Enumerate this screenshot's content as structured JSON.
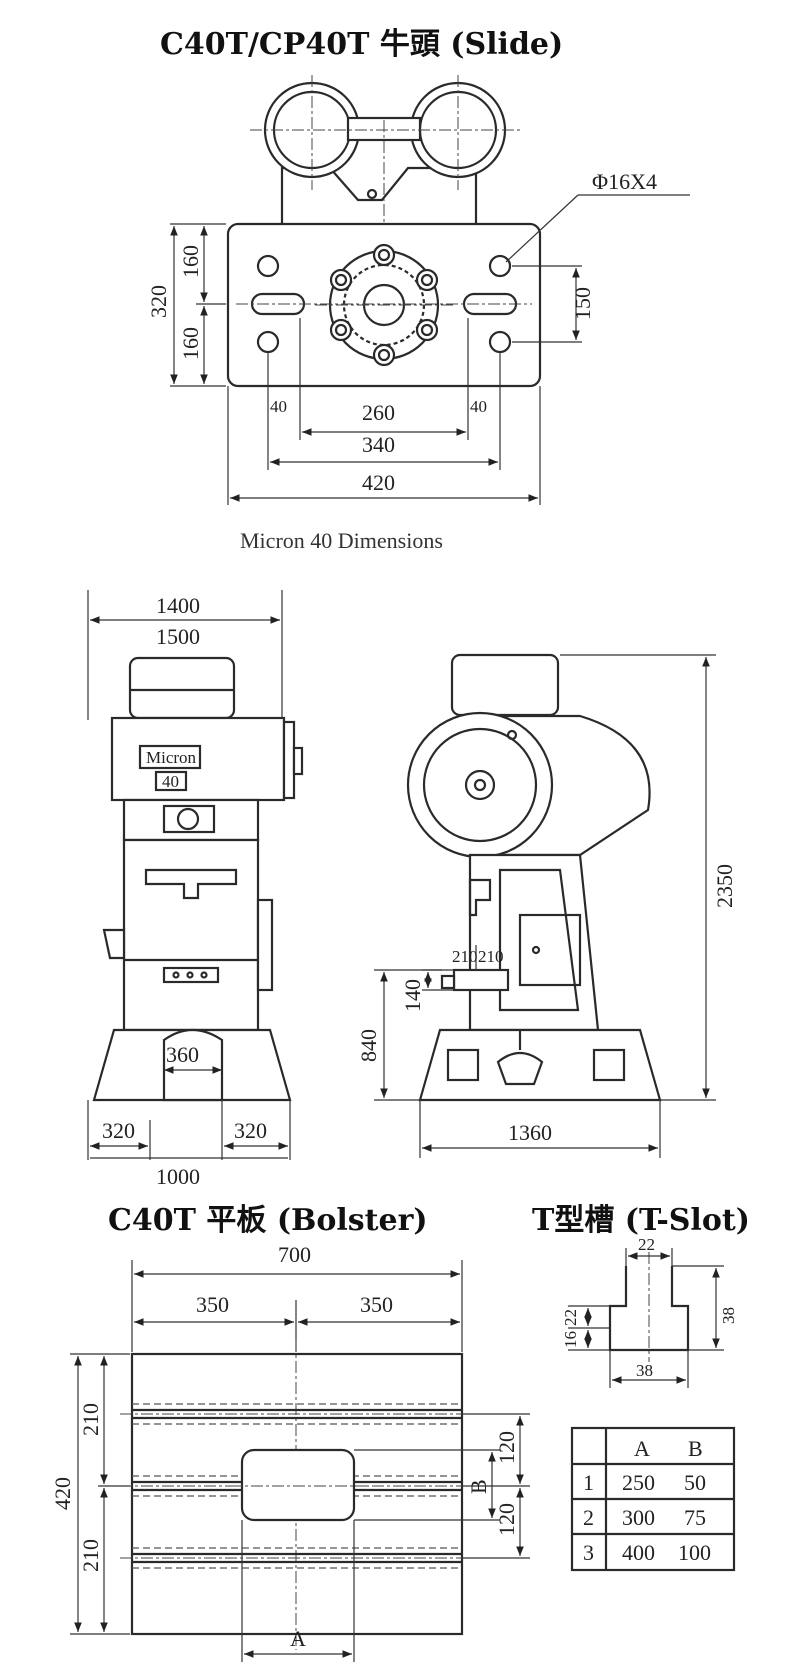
{
  "slide": {
    "title": "C40T/CP40T 牛頭 (Slide)",
    "hole_label": "Φ16X4",
    "dims": {
      "d320": "320",
      "d160a": "160",
      "d160b": "160",
      "d150": "150",
      "d40a": "40",
      "d260": "260",
      "d40b": "40",
      "d340": "340",
      "d420": "420"
    },
    "caption": "Micron 40 Dimensions"
  },
  "front": {
    "dims": {
      "d1400": "1400",
      "d1500": "1500",
      "d360": "360",
      "d320a": "320",
      "d320b": "320",
      "d1000": "1000"
    },
    "nameplate": {
      "brand": "Micron",
      "model": "40"
    }
  },
  "side": {
    "dims": {
      "d2350": "2350",
      "d210a": "210",
      "d210b": "210",
      "d140": "140",
      "d840": "840",
      "d1360": "1360"
    }
  },
  "bolster": {
    "title": "C40T 平板 (Bolster)",
    "dims": {
      "d700": "700",
      "d350a": "350",
      "d350b": "350",
      "d420": "420",
      "d210a": "210",
      "d210b": "210",
      "d120a": "120",
      "d120b": "120",
      "labelA": "A",
      "labelB": "B"
    }
  },
  "tslot": {
    "title": "T型槽 (T-Slot)",
    "dims": {
      "d22a": "22",
      "d16": "16",
      "d22b": "22",
      "d38a": "38",
      "d38b": "38"
    },
    "table": {
      "headers": [
        "",
        "A",
        "B"
      ],
      "rows": [
        [
          "1",
          "250",
          "50"
        ],
        [
          "2",
          "300",
          "75"
        ],
        [
          "3",
          "400",
          "100"
        ]
      ]
    }
  }
}
